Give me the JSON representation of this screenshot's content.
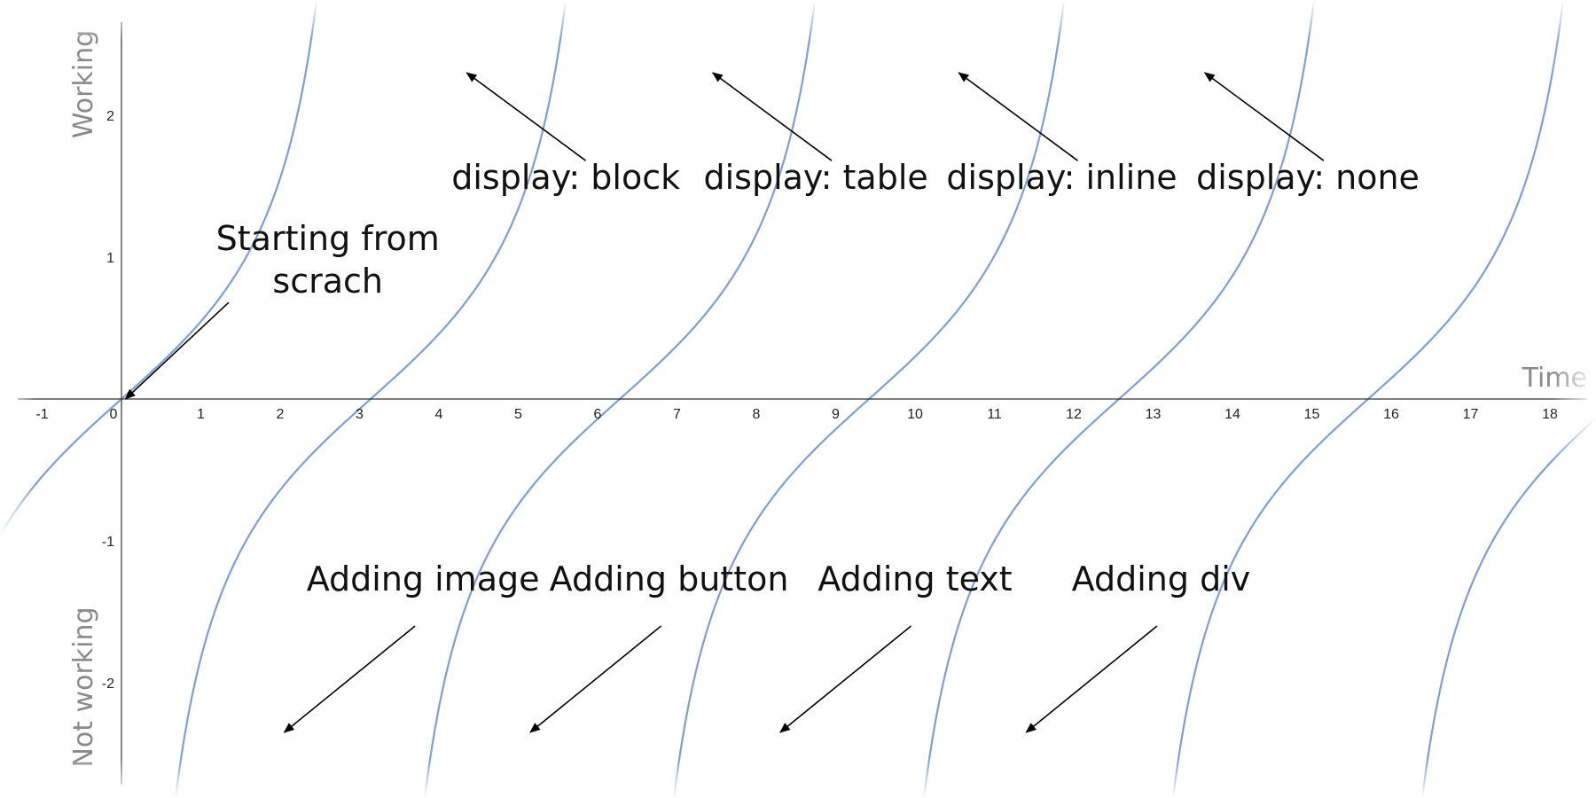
{
  "chart_data": {
    "type": "line",
    "title": "",
    "xlabel": "Time",
    "ylabel_top": "Working",
    "ylabel_bottom": "Not working",
    "xlim": [
      -1,
      18.5
    ],
    "ylim": [
      -2.7,
      2.7
    ],
    "x_ticks": [
      -1,
      0,
      1,
      2,
      3,
      4,
      5,
      6,
      7,
      8,
      9,
      10,
      11,
      12,
      13,
      14,
      15,
      16,
      17,
      18
    ],
    "y_ticks": [
      -2,
      -1,
      1,
      2
    ],
    "grid": false,
    "series_color": "#7f9fcf",
    "curve": {
      "function": "tan(x/2)",
      "period": 6.283,
      "offset_per_branch": 3.14,
      "branch_centers": [
        0,
        3.14,
        6.28,
        9.42,
        12.57,
        15.71,
        18.85
      ]
    },
    "annotations": [
      {
        "lines": [
          "Starting from",
          "scrach"
        ],
        "text_at": [
          2.6,
          1.05
        ],
        "arrow_to": [
          0.05,
          0.0
        ],
        "arrow_from": [
          1.35,
          0.68
        ]
      },
      {
        "lines": [
          "display: block"
        ],
        "text_at": [
          5.6,
          1.48
        ],
        "arrow_to": [
          4.35,
          2.3
        ],
        "arrow_from": [
          5.85,
          1.68
        ]
      },
      {
        "lines": [
          "display: table"
        ],
        "text_at": [
          8.75,
          1.48
        ],
        "arrow_to": [
          7.45,
          2.3
        ],
        "arrow_from": [
          8.95,
          1.68
        ]
      },
      {
        "lines": [
          "display: inline"
        ],
        "text_at": [
          11.85,
          1.48
        ],
        "arrow_to": [
          10.55,
          2.3
        ],
        "arrow_from": [
          12.05,
          1.68
        ]
      },
      {
        "lines": [
          "display: none"
        ],
        "text_at": [
          14.95,
          1.48
        ],
        "arrow_to": [
          13.65,
          2.3
        ],
        "arrow_from": [
          15.15,
          1.68
        ]
      },
      {
        "lines": [
          "Adding image"
        ],
        "text_at": [
          3.8,
          -1.35
        ],
        "arrow_to": [
          2.05,
          -2.35
        ],
        "arrow_from": [
          3.7,
          -1.6
        ]
      },
      {
        "lines": [
          "Adding button"
        ],
        "text_at": [
          6.9,
          -1.35
        ],
        "arrow_to": [
          5.15,
          -2.35
        ],
        "arrow_from": [
          6.8,
          -1.6
        ]
      },
      {
        "lines": [
          "Adding text"
        ],
        "text_at": [
          10.0,
          -1.35
        ],
        "arrow_to": [
          8.3,
          -2.35
        ],
        "arrow_from": [
          9.95,
          -1.6
        ]
      },
      {
        "lines": [
          "Adding div"
        ],
        "text_at": [
          13.1,
          -1.35
        ],
        "arrow_to": [
          11.4,
          -2.35
        ],
        "arrow_from": [
          13.05,
          -1.6
        ]
      }
    ]
  }
}
